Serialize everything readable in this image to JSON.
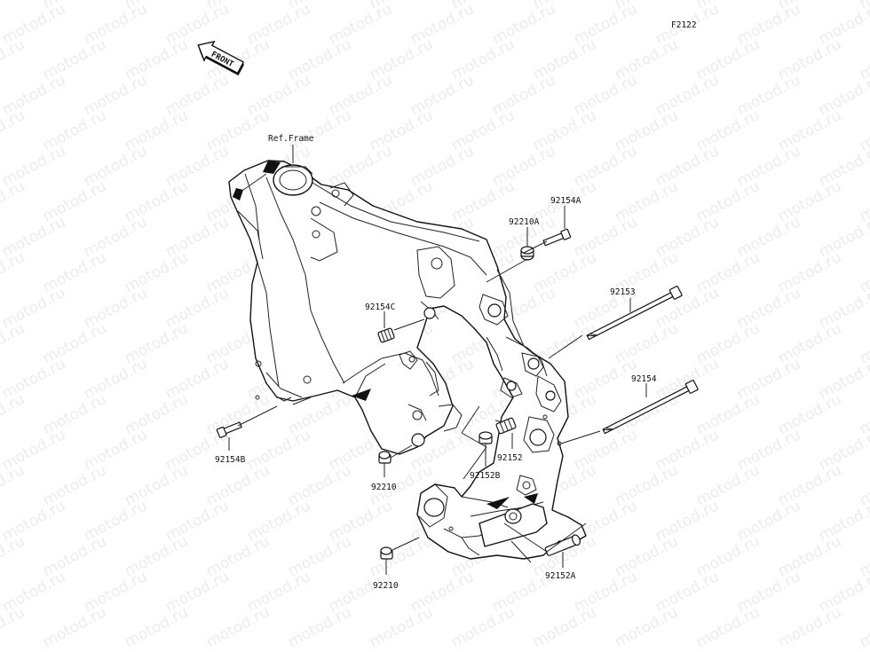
{
  "diagram": {
    "figure_code": "F2122",
    "front_arrow_text": "FRONT",
    "watermark_text": "motod.ru",
    "colors": {
      "line": "#111111",
      "watermark": "#ececec",
      "background": "#ffffff"
    },
    "labels": [
      {
        "id": "ref-frame",
        "text": "Ref.Frame"
      },
      {
        "id": "92154A",
        "text": "92154A"
      },
      {
        "id": "92210A",
        "text": "92210A"
      },
      {
        "id": "92153",
        "text": "92153"
      },
      {
        "id": "92154C",
        "text": "92154C"
      },
      {
        "id": "92154",
        "text": "92154"
      },
      {
        "id": "92154B",
        "text": "92154B"
      },
      {
        "id": "92152",
        "text": "92152"
      },
      {
        "id": "92152B",
        "text": "92152B"
      },
      {
        "id": "92210",
        "text": "92210"
      },
      {
        "id": "92210-lower",
        "text": "92210"
      },
      {
        "id": "92152A",
        "text": "92152A"
      }
    ]
  }
}
